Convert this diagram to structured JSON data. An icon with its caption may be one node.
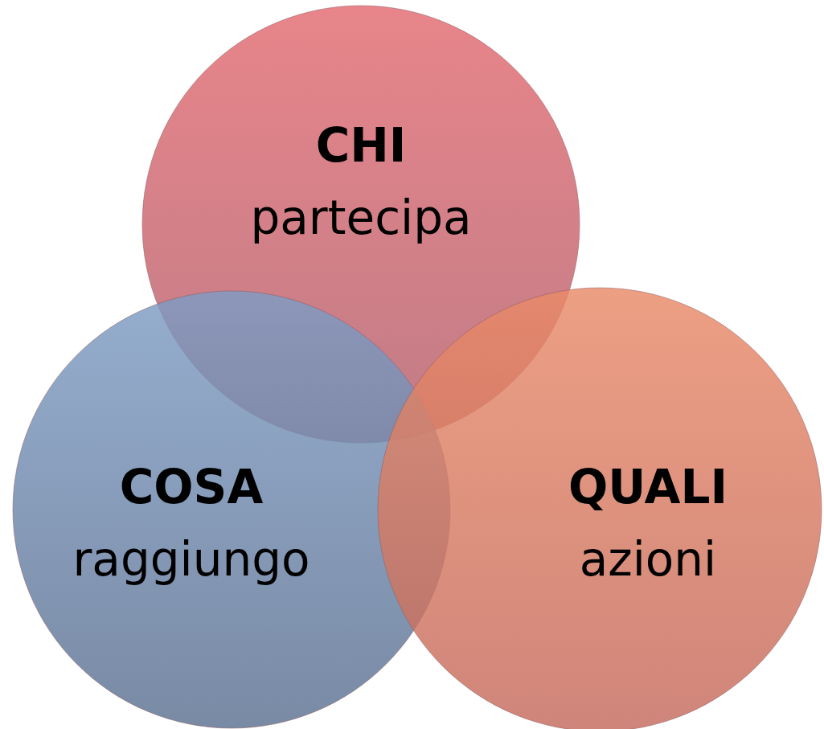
{
  "diagram": {
    "nodes": [
      {
        "text": [
          "CHI",
          "partecipa"
        ]
      },
      {
        "text": [
          "COSA",
          "raggiungo"
        ]
      },
      {
        "text": [
          "QUALI",
          "azioni"
        ]
      }
    ]
  }
}
